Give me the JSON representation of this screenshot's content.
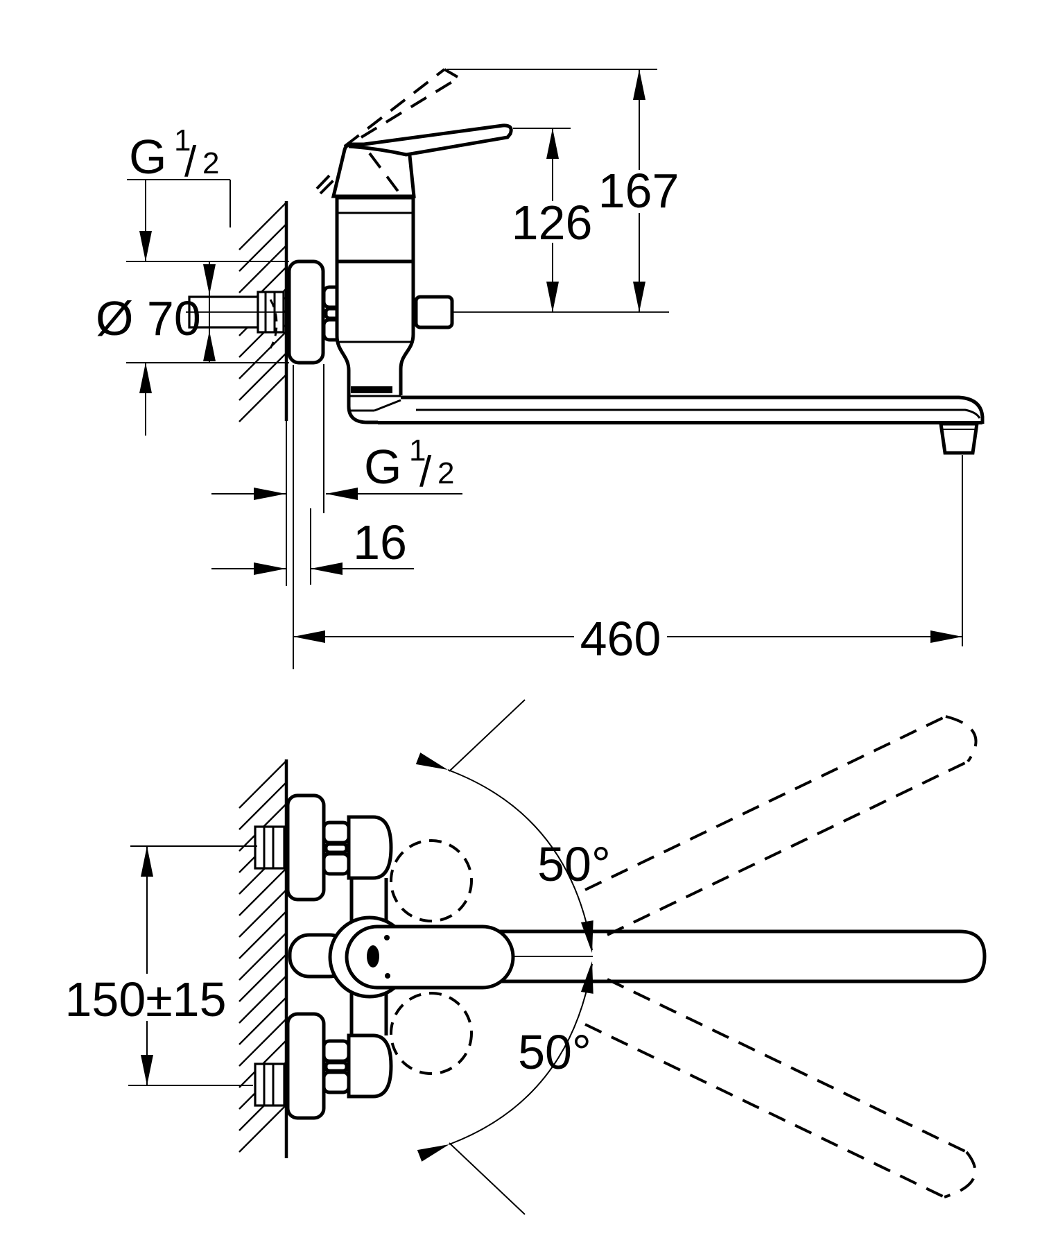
{
  "page": {
    "background": "#ffffff",
    "line_color": "#000000"
  },
  "side_view": {
    "thread_label_top": {
      "g": "G",
      "numerator": "1",
      "slash": "/",
      "denominator": "2"
    },
    "escutcheon_diameter": "Ø 70",
    "lever_height": "126",
    "max_lever_height": "167",
    "thread_label_spout": {
      "g": "G",
      "numerator": "1",
      "slash": "/",
      "denominator": "2"
    },
    "max_wall_thickness": "16",
    "spout_projection": "460"
  },
  "plan_view": {
    "hole_spacing": "150±15",
    "swivel_angle_up": "50°",
    "swivel_angle_down": "50°"
  }
}
